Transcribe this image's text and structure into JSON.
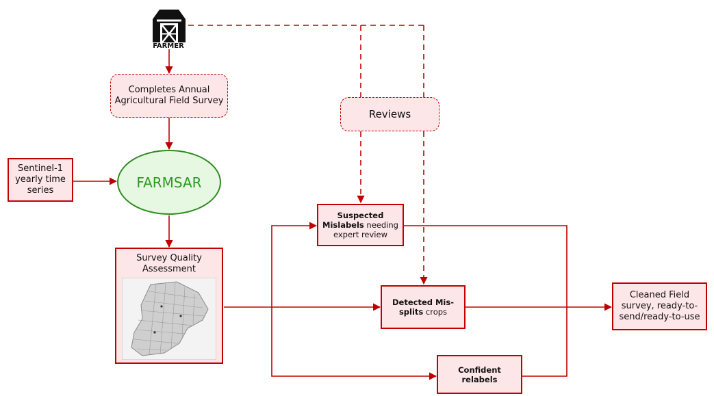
{
  "farmer": {
    "label": "FARMER",
    "icon": "barn-icon"
  },
  "survey": {
    "label": "Completes Annual Agricultural Field Survey"
  },
  "reviews": {
    "label": "Reviews"
  },
  "sentinel": {
    "label": "Sentinel-1 yearly time series"
  },
  "farmsar": {
    "label": "FARMSAR"
  },
  "quality": {
    "label": "Survey Quality Assessment"
  },
  "suspected": {
    "bold": "Suspected Mislabels",
    "rest": " needing expert review"
  },
  "missplits": {
    "bold": "Detected Mis-splits",
    "rest": " crops"
  },
  "confident": {
    "label": "Confident relabels"
  },
  "cleaned": {
    "label": "Cleaned Field survey, ready-to-send/ready-to-use"
  },
  "colors": {
    "accent": "#c00000",
    "fill": "#fde6e7",
    "green": "#2e9a20",
    "green_fill": "#e6f7e2"
  }
}
